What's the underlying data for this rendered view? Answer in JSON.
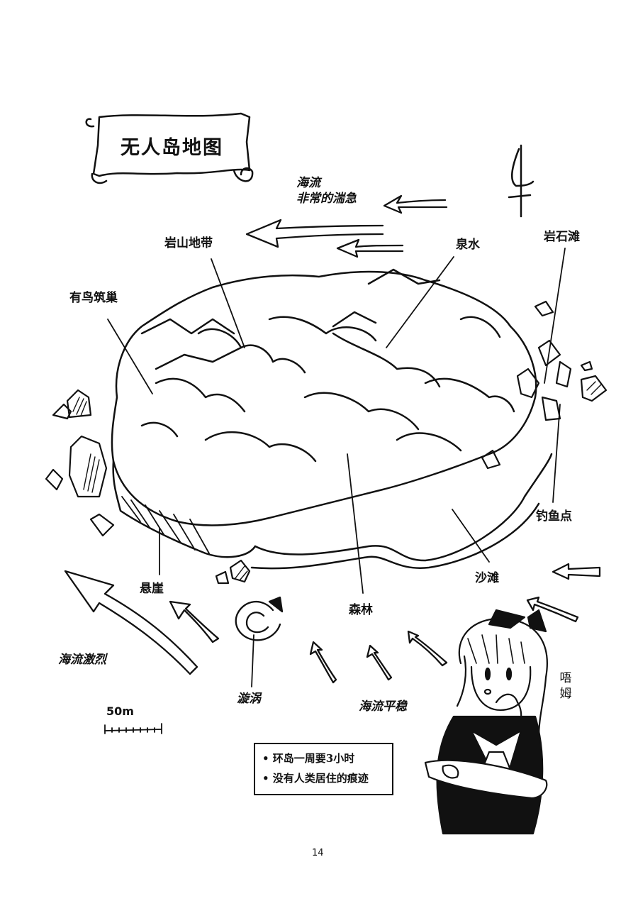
{
  "title": "无人岛地图",
  "labels": {
    "current_fast": "海流\n非常的湍急",
    "rocky_mountain": "岩山地带",
    "spring": "泉水",
    "rocky_beach": "岩石滩",
    "bird_nest": "有鸟筑巢",
    "fishing_spot": "钓鱼点",
    "cliff": "悬崖",
    "sandy_beach": "沙滩",
    "forest": "森林",
    "current_strong": "海流激烈",
    "whirlpool": "漩涡",
    "current_calm": "海流平稳"
  },
  "scale_label": "50m",
  "notes": [
    "• 环岛一周要3小时",
    "• 没有人类居住的痕迹"
  ],
  "speech": "唔\n姆",
  "page_number": "14"
}
